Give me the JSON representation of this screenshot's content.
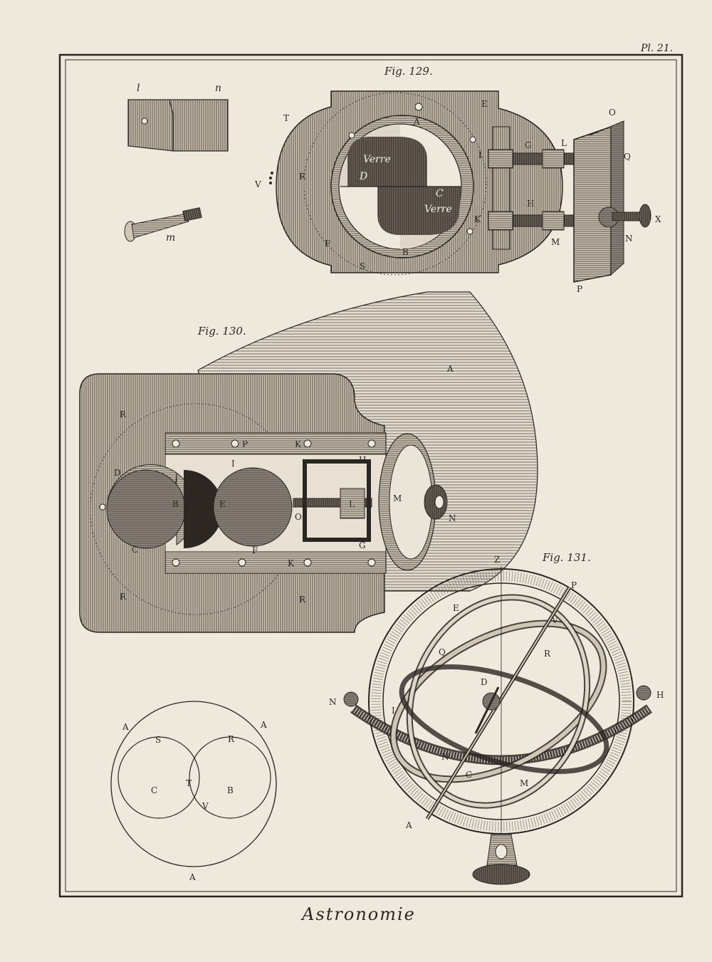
{
  "plate": {
    "number": "Pl. 21.",
    "title": "Astronomie"
  },
  "fig129": {
    "caption": "Fig. 129.",
    "labels": [
      "T",
      "E",
      "O",
      "A",
      "I",
      "G",
      "L",
      "Q",
      "V",
      "R",
      "D",
      "C",
      "H",
      "X",
      "F",
      "K",
      "M",
      "N",
      "S",
      "B",
      "P"
    ],
    "glass_top": "Verre",
    "glass_bottom": "Verre"
  },
  "parts": {
    "l": "l",
    "n": "n",
    "m": "m"
  },
  "fig130": {
    "caption": "Fig. 130.",
    "labels": [
      "A",
      "R",
      "P",
      "K",
      "H",
      "D",
      "I",
      "B",
      "E",
      "L",
      "M",
      "N",
      "O",
      "C",
      "F",
      "G",
      "K",
      "R",
      "R"
    ]
  },
  "fig131": {
    "caption": "Fig. 131.",
    "labels": [
      "Z",
      "P",
      "E",
      "V",
      "Q",
      "R",
      "D",
      "N",
      "H",
      "I",
      "N",
      "C",
      "M",
      "A"
    ]
  },
  "circles": {
    "labels": [
      "A",
      "A",
      "S",
      "R",
      "C",
      "T",
      "B",
      "V",
      "A"
    ]
  }
}
